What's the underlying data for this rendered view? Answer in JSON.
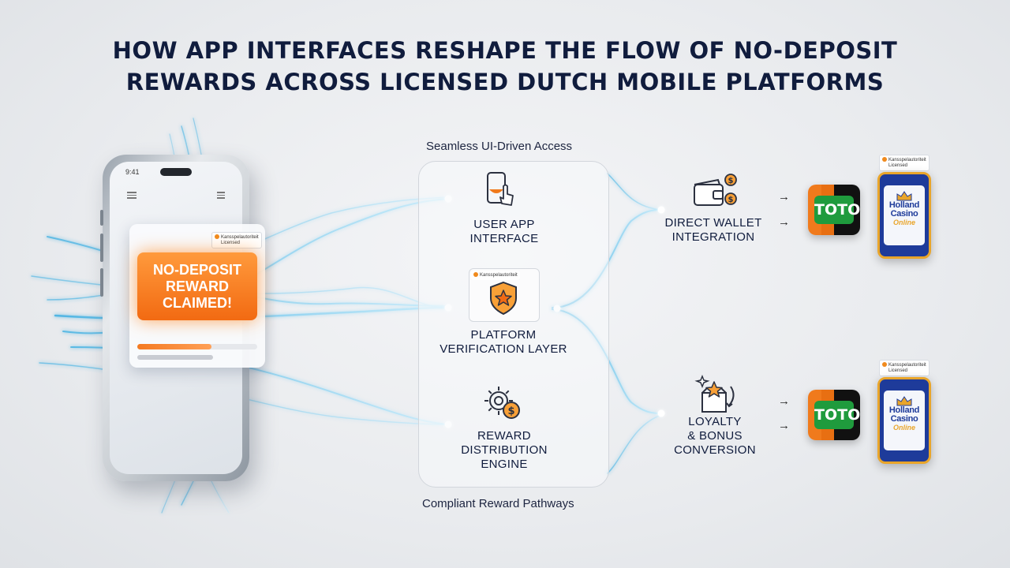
{
  "title": {
    "line1": "HOW APP INTERFACES RESHAPE THE FLOW OF NO-DEPOSIT",
    "line2": "REWARDS ACROSS LICENSED DUTCH MOBILE PLATFORMS"
  },
  "phone": {
    "status_time": "9:41"
  },
  "reward_card": {
    "badge": "Kansspelautoriteit",
    "badge_sub": "Licensed",
    "line1": "NO-DEPOSIT",
    "line2": "REWARD",
    "line3": "CLAIMED!",
    "progress": 0.62
  },
  "panel": {
    "top_caption": "Seamless UI-Driven Access",
    "bottom_caption": "Compliant Reward Pathways",
    "nodes": [
      {
        "line1": "USER APP",
        "line2": "INTERFACE",
        "icon": "phone-tap-icon"
      },
      {
        "line1": "PLATFORM",
        "line2": "VERIFICATION LAYER",
        "icon": "shield-star-icon",
        "badge": "Kansspelautoriteit"
      },
      {
        "line1": "REWARD",
        "line2": "DISTRIBUTION",
        "line3": "ENGINE",
        "icon": "gear-coin-icon"
      }
    ]
  },
  "outputs": [
    {
      "line1": "DIRECT WALLET",
      "line2": "INTEGRATION",
      "icon": "wallet-coins-icon"
    },
    {
      "line1": "LOYALTY",
      "line2": "& BONUS",
      "line3": "CONVERSION",
      "icon": "gift-star-icon"
    }
  ],
  "brands": {
    "arrow": "→",
    "toto": "TOTO",
    "holland_line1": "Holland",
    "holland_line2": "Casino",
    "holland_line3": "Online",
    "badge": "Kansspelautoriteit",
    "badge_sub": "Licensed"
  },
  "colors": {
    "accent_orange": "#f26a12",
    "flow_cyan": "#7fd6f5",
    "navy": "#101c3d",
    "toto_green": "#1f9b3d",
    "holland_blue": "#1e3b9a"
  }
}
